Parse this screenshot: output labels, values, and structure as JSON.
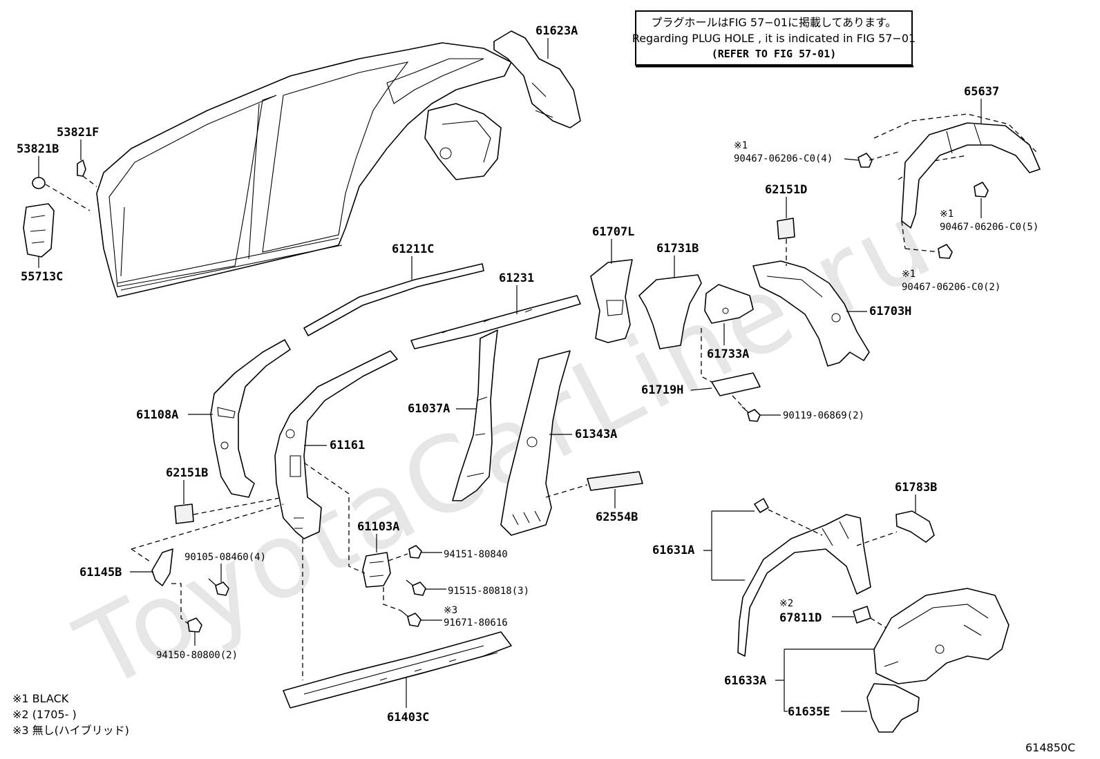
{
  "watermark": "ToyotaCarLine.ru",
  "notice": {
    "line1": "プラグホールはFIG 57−01に掲載してあります。",
    "line2": "Regarding PLUG HOLE , it is indicated in FIG 57−01",
    "line3": "(REFER TO FIG 57-01)"
  },
  "parts": {
    "p61623A": "61623A",
    "p53821F": "53821F",
    "p53821B": "53821B",
    "p55713C": "55713C",
    "p65637": "65637",
    "c1a_mark": "※1",
    "c1a": "90467-06206-C0(4)",
    "p62151D": "62151D",
    "c1b_mark": "※1",
    "c1b": "90467-06206-C0(5)",
    "c1c_mark": "※1",
    "c1c": "90467-06206-C0(2)",
    "p61211C": "61211C",
    "p61231": "61231",
    "p61707L": "61707L",
    "p61731B": "61731B",
    "p61703H": "61703H",
    "p61733A": "61733A",
    "p61719H": "61719H",
    "b9011906869": "90119-06869(2)",
    "p61108A": "61108A",
    "p61161": "61161",
    "p61037A": "61037A",
    "p61343A": "61343A",
    "p62151B": "62151B",
    "p62554B": "62554B",
    "p61103A": "61103A",
    "b9415180840": "94151-80840",
    "b9151580818": "91515-80818(3)",
    "c3_mark": "※3",
    "b9167180616": "91671-80616",
    "b9010508460": "90105-08460(4)",
    "p61145B": "61145B",
    "b9415080800": "94150-80800(2)",
    "p61403C": "61403C",
    "p61783B": "61783B",
    "p61631A": "61631A",
    "c2_mark": "※2",
    "p67811D": "67811D",
    "p61633A": "61633A",
    "p61635E": "61635E"
  },
  "footnotes": {
    "n1": "※1 BLACK",
    "n2": "※2 (1705-      )",
    "n3": "※3 無し(ハイブリッド)"
  },
  "figure_id": "614850C"
}
